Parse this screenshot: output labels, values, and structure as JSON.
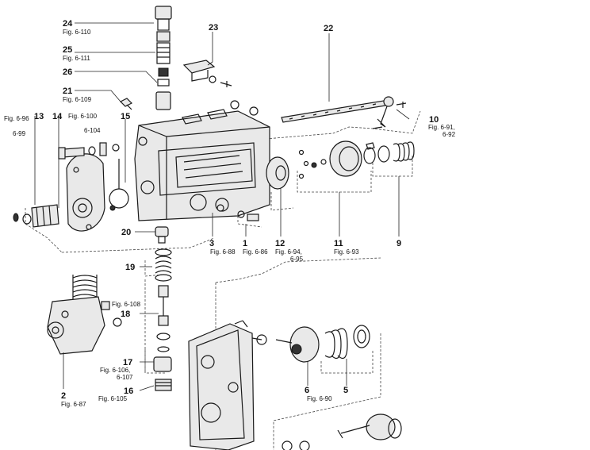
{
  "callouts": [
    {
      "id": "c24",
      "num": "24",
      "fig": "Fig. 6-110"
    },
    {
      "id": "c25",
      "num": "25",
      "fig": "Fig. 6-111"
    },
    {
      "id": "c26",
      "num": "26",
      "fig": ""
    },
    {
      "id": "c21",
      "num": "21",
      "fig": "Fig. 6-109"
    },
    {
      "id": "c23",
      "num": "23",
      "fig": ""
    },
    {
      "id": "c22",
      "num": "22",
      "fig": ""
    },
    {
      "id": "c13",
      "num": "13",
      "fig": ""
    },
    {
      "id": "c14",
      "num": "14",
      "fig": "Fig. 6-100"
    },
    {
      "id": "c15",
      "num": "15",
      "fig": ""
    },
    {
      "id": "c10",
      "num": "10",
      "fig": "Fig. 6-91,"
    },
    {
      "id": "c20",
      "num": "20",
      "fig": ""
    },
    {
      "id": "c3",
      "num": "3",
      "fig": "Fig. 6-88"
    },
    {
      "id": "c1",
      "num": "1",
      "fig": "Fig. 6-86"
    },
    {
      "id": "c12",
      "num": "12",
      "fig": "Fig. 6-94,"
    },
    {
      "id": "c11",
      "num": "11",
      "fig": "Fig. 6-93"
    },
    {
      "id": "c9",
      "num": "9",
      "fig": ""
    },
    {
      "id": "c19",
      "num": "19",
      "fig": ""
    },
    {
      "id": "c18",
      "num": "18",
      "fig": "Fig. 6-108"
    },
    {
      "id": "c17",
      "num": "17",
      "fig": "Fig. 6-106,"
    },
    {
      "id": "c16",
      "num": "16",
      "fig": "Fig. 6-105"
    },
    {
      "id": "c2",
      "num": "2",
      "fig": "Fig. 6-87"
    },
    {
      "id": "c6",
      "num": "6",
      "fig": "Fig. 6-90"
    },
    {
      "id": "c5",
      "num": "5",
      "fig": ""
    }
  ],
  "extra_labels": {
    "fig_696": "Fig. 6-96",
    "fig_699": "6-99",
    "fig_6104": "6-104",
    "fig_692": "6-92",
    "fig_695": "6-95",
    "fig_6107": "6-107"
  }
}
